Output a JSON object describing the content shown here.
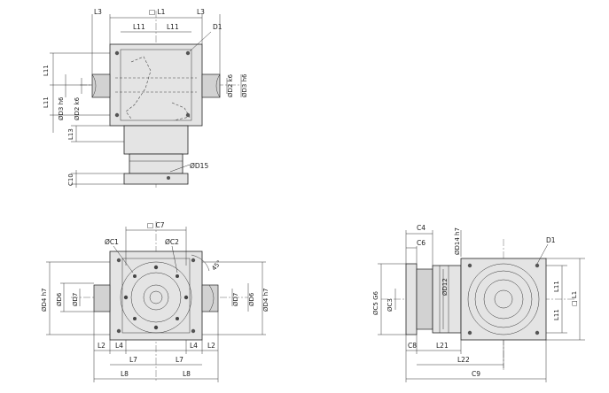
{
  "colors": {
    "body": "#e4e4e4",
    "shaft": "#d2d2d2",
    "line": "#222222"
  },
  "top_view": {
    "labels": {
      "L3_left": "L3",
      "L1": "□ L1",
      "L3_right": "L3",
      "L11_a": "L11",
      "L11_b": "L11",
      "D1": "D1",
      "L11_v1": "L11",
      "L11_v2": "L11",
      "L13": "L13",
      "C10": "C10",
      "D3_left": "ØD3 h6",
      "D2_left": "ØD2 k6",
      "D2_right": "ØD2 k6",
      "D3_right": "ØD3 h6",
      "D15": "ØD15"
    }
  },
  "front_view": {
    "labels": {
      "C7": "□ C7",
      "C1": "ØC1",
      "C2": "ØC2",
      "angle": "45°",
      "D4_left": "ØD4 h7",
      "D6_left": "ØD6",
      "D7_left": "ØD7",
      "D7_right": "ØD7",
      "D6_right": "ØD6",
      "D4_right": "ØD4 h7",
      "L2_left": "L2",
      "L4_left": "L4",
      "L4_right": "L4",
      "L2_right": "L2",
      "L7_left": "L7",
      "L7_right": "L7",
      "L8_left": "L8",
      "L8_right": "L8"
    }
  },
  "side_view": {
    "labels": {
      "C4": "C4",
      "C6": "C6",
      "D14": "ØD14 h7",
      "D1": "D1",
      "C5": "ØC5 G6",
      "C3": "ØC3",
      "D12": "ØD12",
      "L11_a": "L11",
      "L11_b": "L11",
      "L1": "□ L1",
      "C8": "C8",
      "L21": "L21",
      "L22": "L22",
      "C9": "C9"
    }
  }
}
